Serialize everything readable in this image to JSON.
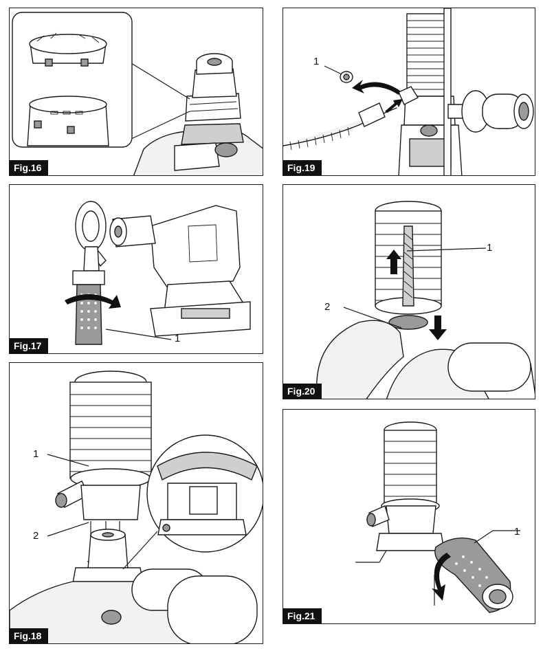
{
  "figures": [
    {
      "id": "fig16",
      "label": "Fig.16",
      "callouts": []
    },
    {
      "id": "fig17",
      "label": "Fig.17",
      "callouts": [
        "1"
      ]
    },
    {
      "id": "fig18",
      "label": "Fig.18",
      "callouts": [
        "1",
        "2"
      ]
    },
    {
      "id": "fig19",
      "label": "Fig.19",
      "callouts": [
        "1"
      ]
    },
    {
      "id": "fig20",
      "label": "Fig.20",
      "callouts": [
        "1",
        "2"
      ]
    },
    {
      "id": "fig21",
      "label": "Fig.21",
      "callouts": [
        "1"
      ]
    }
  ],
  "icons": [
    "rotation-arrow-icon",
    "down-arrow-icon",
    "up-arrow-icon",
    "insert-arrow-icon",
    "remove-arrow-icon"
  ]
}
